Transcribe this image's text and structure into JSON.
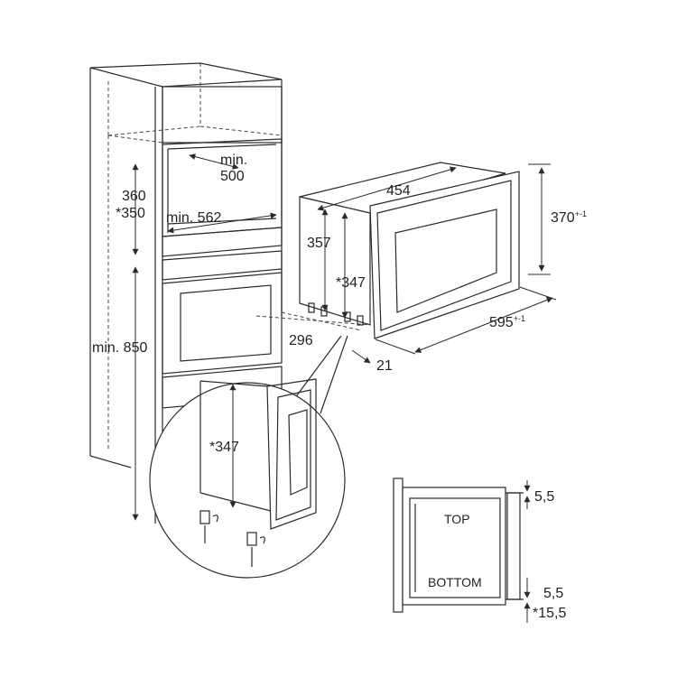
{
  "colors": {
    "line": "#2a2a2a",
    "thin": "#555555",
    "dashed": "#444444",
    "background": "#ffffff"
  },
  "cabinet_dims": {
    "niche_height": "360",
    "niche_height_alt": "*350",
    "niche_depth": "min. 500",
    "niche_width": "min. 562",
    "floor_height": "min. 850"
  },
  "appliance_dims": {
    "depth": "454",
    "height_front": "370",
    "height_front_tol": "+-1",
    "height_side": "357",
    "height_side_alt": "*347",
    "width": "595",
    "width_tol": "+-1",
    "rear_depth": "296",
    "frame_depth": "21"
  },
  "detail": {
    "height": "*347"
  },
  "frame_detail": {
    "top_label": "TOP",
    "bottom_label": "BOTTOM",
    "gap_top": "5,5",
    "gap_bottom": "5,5",
    "gap_bottom_alt": "*15,5"
  }
}
